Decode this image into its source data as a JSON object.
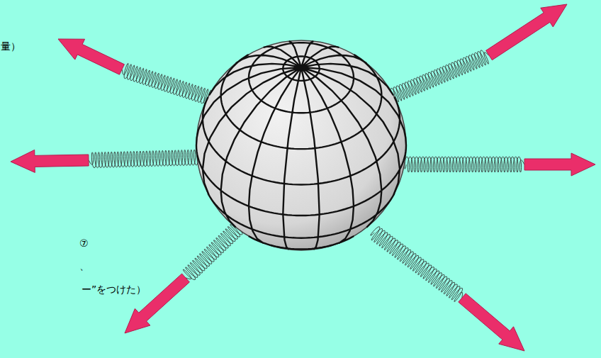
{
  "diagram": {
    "labels": [
      "量）",
      "⑦",
      "、",
      "ー”をつけた）"
    ]
  }
}
